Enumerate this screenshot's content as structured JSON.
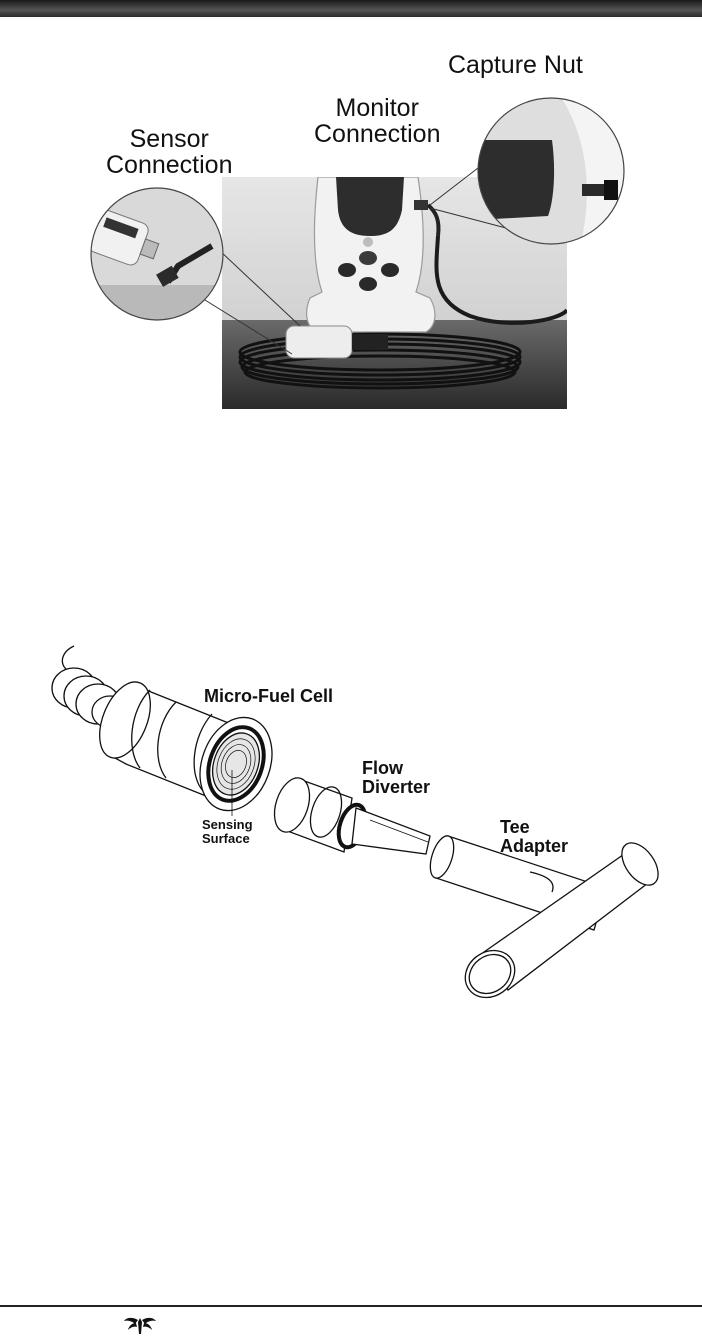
{
  "figure1": {
    "labels": {
      "capture_nut": "Capture Nut",
      "monitor_connection": [
        "Monitor",
        "Connection"
      ],
      "sensor_connection": [
        "Sensor",
        "Connection"
      ]
    }
  },
  "figure2": {
    "labels": {
      "micro_fuel_cell": "Micro-Fuel  Cell",
      "flow_diverter": [
        "Flow",
        "Diverter"
      ],
      "tee_adapter": [
        "Tee",
        "Adapter"
      ],
      "sensing_surface": [
        "Sensing",
        "Surface"
      ]
    }
  },
  "icons": {
    "logo": "teledyne-logo-icon"
  },
  "colors": {
    "rule": "#222222",
    "photo_bg": "#cfcfcf"
  }
}
